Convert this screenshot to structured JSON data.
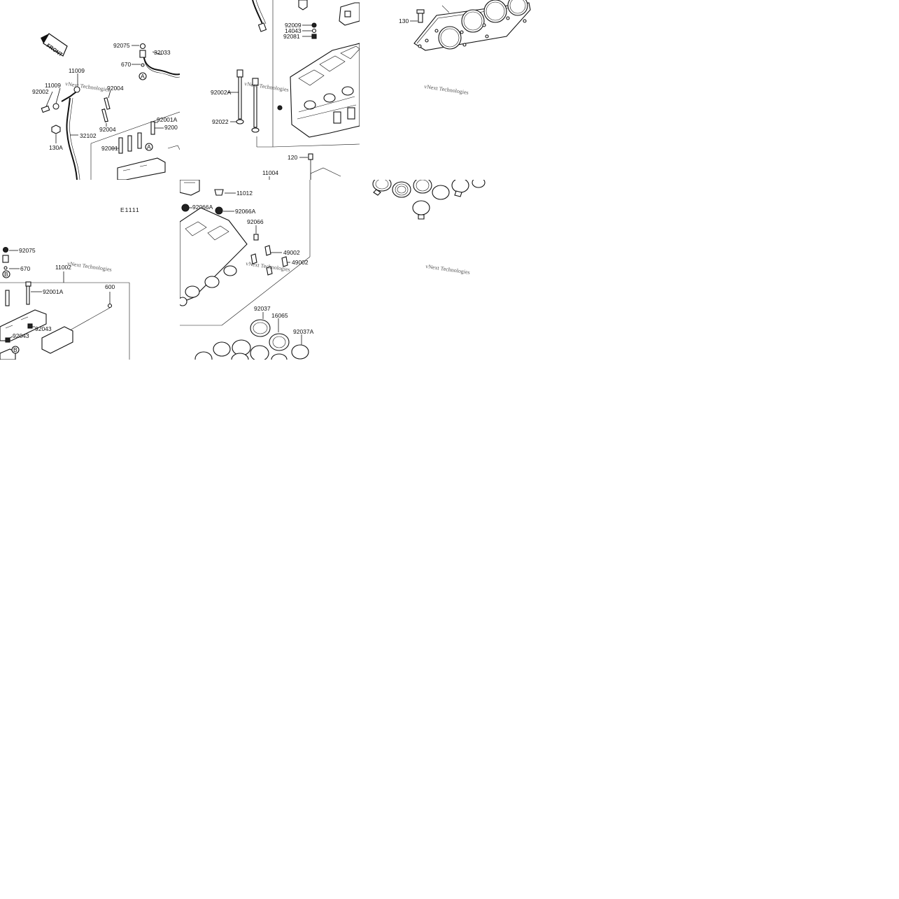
{
  "watermark": "vNext Technologies",
  "tiles": {
    "t1": {
      "labels": {
        "front": "FRONT",
        "p92075": "92075",
        "p32033": "32033",
        "p670": "670",
        "markA1": "A",
        "p11009a": "11009",
        "p11009b": "11009",
        "p92002": "92002",
        "p92004a": "92004",
        "p92004b": "92004",
        "p32102": "32102",
        "p130A": "130A",
        "p92001A": "92001A",
        "p92001r": "9200",
        "p92001": "92001",
        "markA2": "A"
      }
    },
    "t2": {
      "labels": {
        "p92009": "92009",
        "p14043": "14043",
        "p92081": "92081",
        "p92002A": "92002A",
        "p92022": "92022",
        "p120": "120",
        "p11004": "11004"
      }
    },
    "t3": {
      "labels": {
        "p130": "130"
      }
    },
    "t4": {
      "labels": {
        "code": "E1111",
        "p92075": "92075",
        "p670": "670",
        "markB1": "B",
        "p11002": "11002",
        "p92001A": "92001A",
        "p600": "600",
        "p92043a": "92043",
        "p92043b": "92043",
        "markB2": "B"
      }
    },
    "t5": {
      "labels": {
        "p11012": "11012",
        "p92066Aa": "92066A",
        "p92066Ab": "92066A",
        "p92066": "92066",
        "p49002a": "49002",
        "p49002b": "49002",
        "p92037": "92037",
        "p16065": "16065",
        "p92037A": "92037A"
      }
    }
  }
}
